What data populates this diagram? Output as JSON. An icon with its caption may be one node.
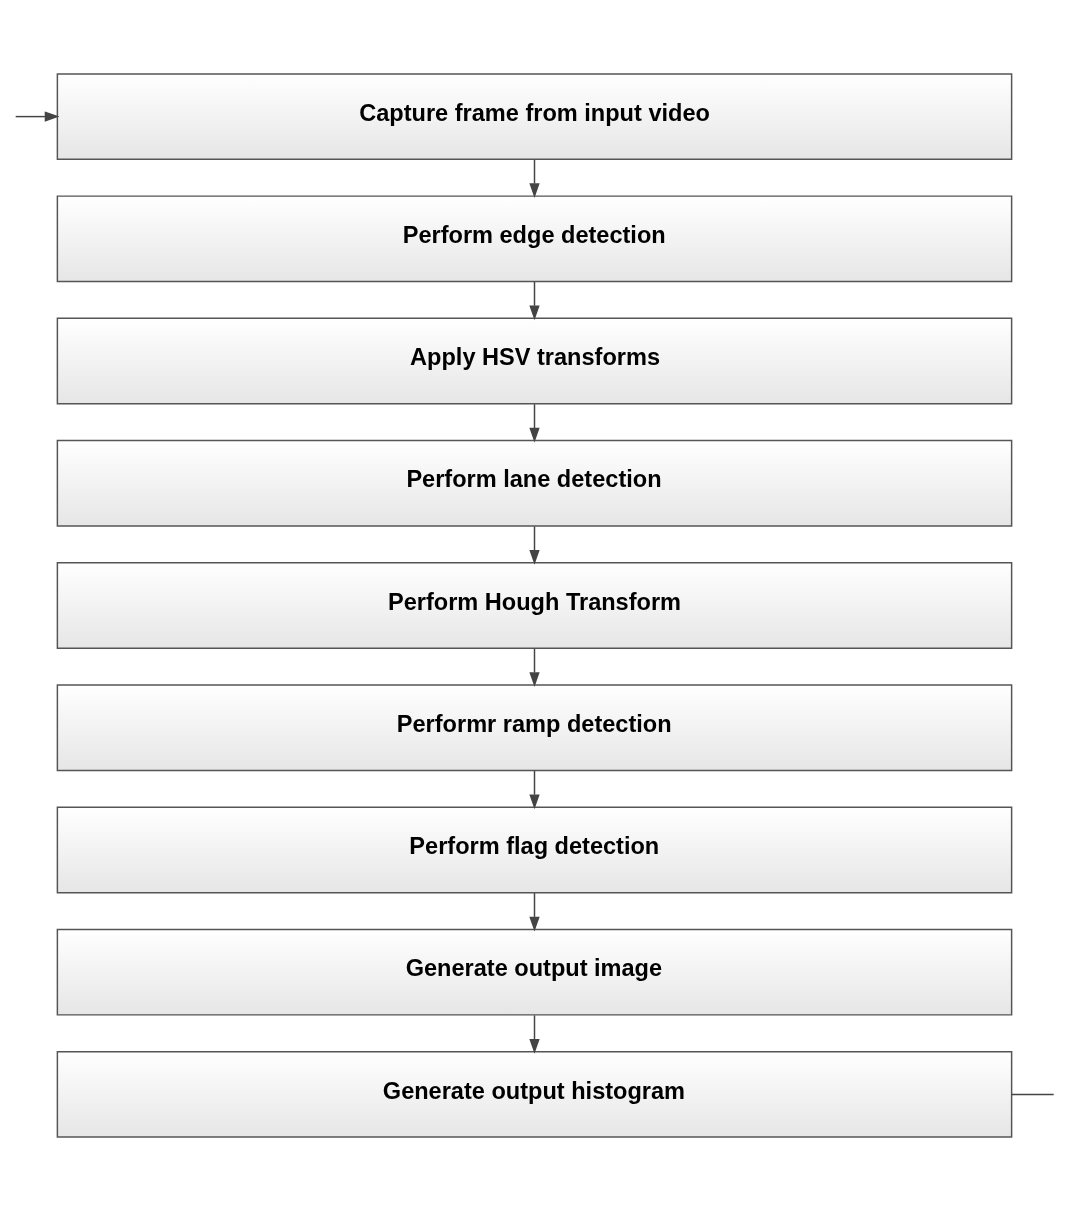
{
  "diagram": {
    "nodes": [
      {
        "text": [
          "Capture frame from input video"
        ]
      },
      {
        "text": [
          "Perform edge detection"
        ]
      },
      {
        "text": [
          "Apply HSV transforms"
        ]
      },
      {
        "text": [
          "Perform lane detection"
        ]
      },
      {
        "text": [
          "Perform Hough Transform"
        ]
      },
      {
        "text": [
          "Performr ramp detection"
        ]
      },
      {
        "text": [
          "Perform flag detection"
        ]
      },
      {
        "text": [
          "Generate output image"
        ]
      },
      {
        "text": [
          "Generate output histogram"
        ]
      }
    ],
    "edges": [
      {
        "from": null,
        "to": 0,
        "arrow": "to"
      },
      {
        "from": 0,
        "to": 1,
        "arrow": "to"
      },
      {
        "from": 1,
        "to": 2,
        "arrow": "to"
      },
      {
        "from": 2,
        "to": 3,
        "arrow": "to"
      },
      {
        "from": 3,
        "to": 4,
        "arrow": "to"
      },
      {
        "from": 4,
        "to": 5,
        "arrow": "to"
      },
      {
        "from": 5,
        "to": 6,
        "arrow": "to"
      },
      {
        "from": 6,
        "to": 7,
        "arrow": "to"
      },
      {
        "from": 7,
        "to": 8,
        "arrow": "to"
      },
      {
        "from": 8,
        "to": null,
        "arrow": "none"
      }
    ]
  }
}
